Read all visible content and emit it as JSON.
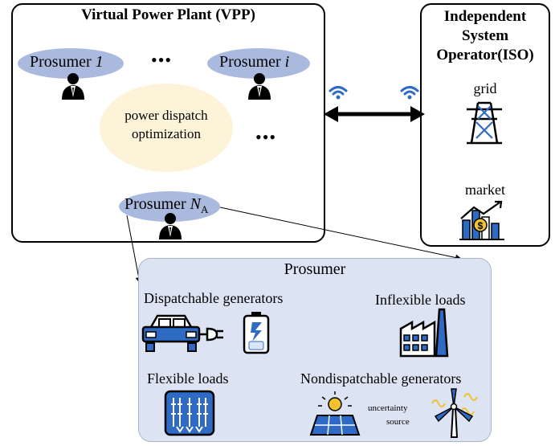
{
  "vpp": {
    "title": "Virtual Power Plant (VPP)",
    "prosumer_1": {
      "prefix": "Prosumer ",
      "index": "1"
    },
    "prosumer_i": {
      "prefix": "Prosumer ",
      "index": "i"
    },
    "prosumer_n": {
      "prefix": "Prosumer ",
      "index": "N",
      "subscript": "A"
    },
    "center_label_line1": "power dispatch",
    "center_label_line2": "optimization",
    "ellipsis_top": "•••",
    "ellipsis_mid": "•••"
  },
  "iso": {
    "title_line1": "Independent",
    "title_line2": "System",
    "title_line3": "Operator(ISO)",
    "grid_label": "grid",
    "market_label": "market"
  },
  "prosumer_detail": {
    "title": "Prosumer",
    "dispatchable": "Dispatchable generators",
    "inflexible": "Inflexible loads",
    "flexible": "Flexible loads",
    "nondispatchable": "Nondispatchable generators",
    "uncertainty_line1": "uncertainty",
    "uncertainty_line2": "source"
  },
  "colors": {
    "pill": "#aabadf",
    "optimization_blob": "#fdf3d9",
    "prosumer_panel": "#dce3f3",
    "icon_blue": "#2f6bc4",
    "icon_yellow": "#f2c230"
  }
}
